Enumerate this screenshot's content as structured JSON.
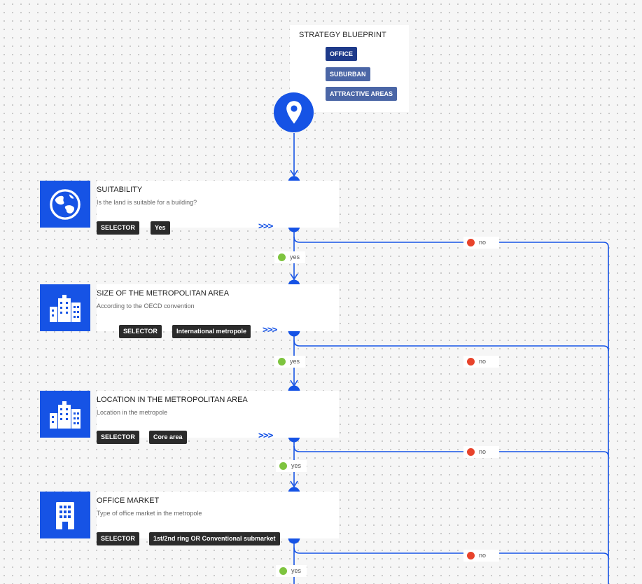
{
  "colors": {
    "primary": "#1653e5",
    "yes": "#7ec43f",
    "no": "#e8432b",
    "chip": "#2b2b2b",
    "tag_dark": "#1e3a8a",
    "tag_light": "#4b66a6"
  },
  "blueprint": {
    "title": "STRATEGY BLUEPRINT",
    "tags": [
      "OFFICE",
      "SUBURBAN",
      "ATTRACTIVE AREAS"
    ],
    "icon": "map-pin-icon"
  },
  "steps": [
    {
      "title": "SUITABILITY",
      "subtitle": "Is the land is suitable for a building?",
      "selector": "SELECTOR",
      "value": "Yes",
      "icon": "globe-icon",
      "arrows": ">>>"
    },
    {
      "title": "SIZE OF THE METROPOLITAN AREA",
      "subtitle": "According to the OECD convention",
      "selector": "SELECTOR",
      "value": "International metropole",
      "icon": "city-icon",
      "arrows": ">>>"
    },
    {
      "title": "LOCATION IN THE METROPOLITAN AREA",
      "subtitle": "Location in the metropole",
      "selector": "SELECTOR",
      "value": "Core area",
      "icon": "city-icon",
      "arrows": ">>>"
    },
    {
      "title": "OFFICE MARKET",
      "subtitle": "Type of office market in the metropole",
      "selector": "SELECTOR",
      "value": "1st/2nd ring OR Conventional submarket",
      "icon": "office-building-icon",
      "arrows": ""
    }
  ],
  "branches": {
    "yes": "yes",
    "no": "no"
  }
}
